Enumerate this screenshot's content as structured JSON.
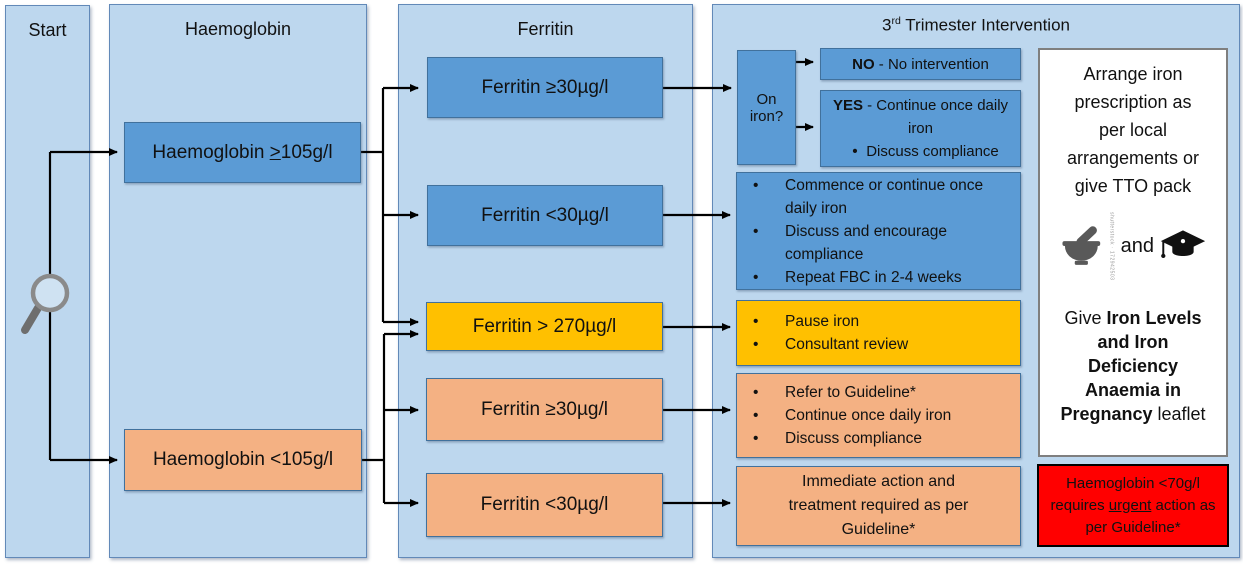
{
  "colors": {
    "panel_blue": "#BDD7EE",
    "box_blue": "#5B9BD5",
    "box_orange": "#F4B183",
    "box_yellow": "#FFC000",
    "alert_red": "#FF0000"
  },
  "start_panel": {
    "title": "Start"
  },
  "haemoglobin_panel": {
    "title": "Haemoglobin",
    "high_pre": "Haemoglobin ",
    "high_ge": ">",
    "high_post": "105g/l",
    "low": "Haemoglobin <105g/l"
  },
  "ferritin_panel": {
    "title": "Ferritin",
    "high_blue": "Ferritin ≥30µg/l",
    "low_blue": "Ferritin <30µg/l",
    "very_high": "Ferritin > 270µg/l",
    "high_orange": "Ferritin ≥30µg/l",
    "low_orange": "Ferritin <30µg/l"
  },
  "intervention_panel": {
    "title_num": "3",
    "title_sup": "rd",
    "title_rest": " Trimester Intervention",
    "on_iron": "On iron?",
    "no_bold": "NO",
    "no_rest": " - No intervention",
    "yes_bold": "YES",
    "yes_rest": " - Continue once daily iron",
    "yes_bullet": "Discuss compliance",
    "commence_bullets": [
      "Commence or continue once daily iron",
      "Discuss and encourage compliance",
      "Repeat FBC in 2-4 weeks"
    ],
    "pause_bullets": [
      "Pause iron",
      "Consultant review"
    ],
    "refer_bullets": [
      "Refer to Guideline*",
      "Continue once daily iron",
      "Discuss compliance"
    ],
    "immediate_text": "Immediate action and treatment required as per Guideline*"
  },
  "leaflet_box": {
    "arrange_text": "Arrange iron prescription as per local arrangements or give TTO pack",
    "and_text": "and",
    "watermark": "shutterstock · 172942503",
    "give_prefix": "Give ",
    "leaflet_bold": "Iron Levels and Iron Deficiency Anaemia in Pregnancy",
    "give_suffix": " leaflet"
  },
  "urgent_box": {
    "pre": "Haemoglobin <70g/l requires ",
    "underlined": "urgent",
    "post": " action as per Guideline*"
  }
}
